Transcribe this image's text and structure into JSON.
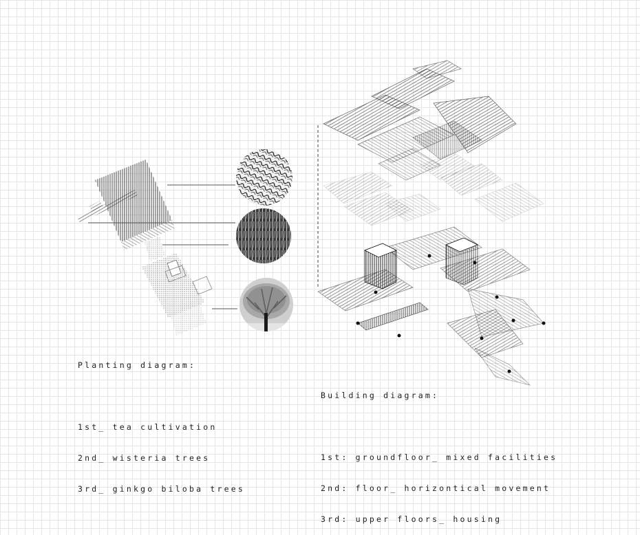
{
  "planting": {
    "title": "Planting diagram:",
    "items": [
      "1st_ tea cultivation",
      "2nd_ wisteria trees",
      "3rd_ ginkgo biloba trees"
    ]
  },
  "building": {
    "title": "Building diagram:",
    "items": [
      "1st: groundfloor_ mixed facilities",
      "2nd: floor_ horizontical movement",
      "3rd: upper floors_ housing"
    ]
  }
}
